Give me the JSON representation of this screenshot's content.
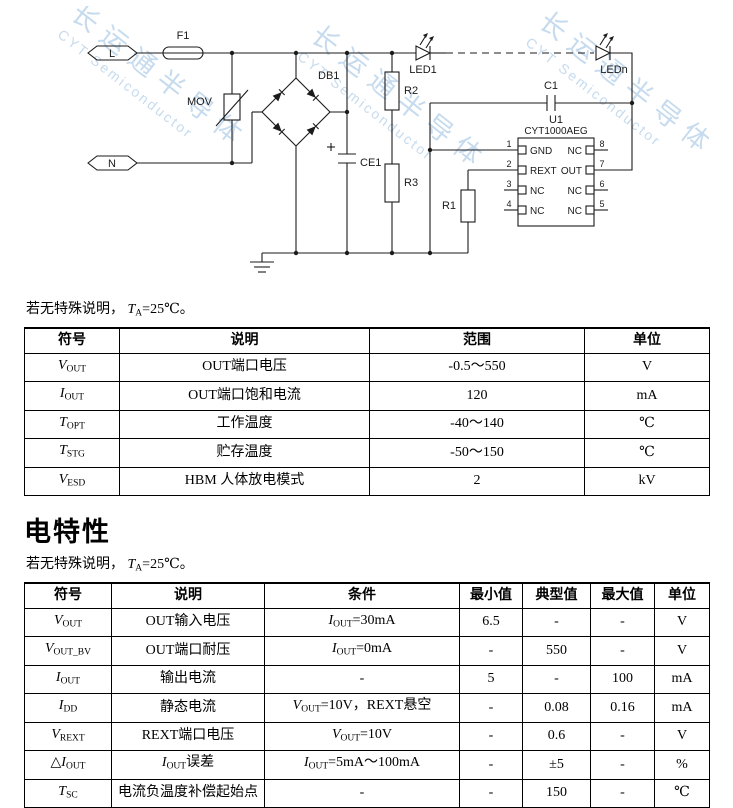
{
  "watermark": {
    "cn": "长运通半导体",
    "en": "CYT Semiconductor"
  },
  "schematic": {
    "labels": {
      "l_terminal": "L",
      "n_terminal": "N",
      "fuse": "F1",
      "mov": "MOV",
      "bridge": "DB1",
      "cap_e": "CE1",
      "r1": "R1",
      "r2": "R2",
      "r3": "R3",
      "led1": "LED1",
      "ledn": "LEDn",
      "c1": "C1",
      "u1": "U1",
      "part_number": "CYT1000AEG"
    },
    "chip": {
      "left_pins": [
        {
          "num": "1",
          "name": "GND"
        },
        {
          "num": "2",
          "name": "REXT"
        },
        {
          "num": "3",
          "name": "NC"
        },
        {
          "num": "4",
          "name": "NC"
        }
      ],
      "right_pins": [
        {
          "num": "8",
          "name": "NC"
        },
        {
          "num": "7",
          "name": "OUT"
        },
        {
          "num": "6",
          "name": "NC"
        },
        {
          "num": "5",
          "name": "NC"
        }
      ]
    }
  },
  "note": [
    {
      "t": "若无特殊说明， "
    },
    {
      "t": "T",
      "s": "var"
    },
    {
      "t": "A",
      "s": "sub"
    },
    {
      "t": "=25℃。"
    }
  ],
  "abs_table": {
    "headers": [
      "符号",
      "说明",
      "范围",
      "单位"
    ],
    "rows": [
      {
        "symbol": [
          {
            "t": "V",
            "s": "var"
          },
          {
            "t": "OUT",
            "s": "sub"
          }
        ],
        "desc": "OUT端口电压",
        "range": "-0.5～550",
        "unit": "V"
      },
      {
        "symbol": [
          {
            "t": "I",
            "s": "var"
          },
          {
            "t": "OUT",
            "s": "sub"
          }
        ],
        "desc": "OUT端口饱和电流",
        "range": "120",
        "unit": "mA"
      },
      {
        "symbol": [
          {
            "t": "T",
            "s": "var"
          },
          {
            "t": "OPT",
            "s": "sub"
          }
        ],
        "desc": "工作温度",
        "range": "-40～140",
        "unit": "℃"
      },
      {
        "symbol": [
          {
            "t": "T",
            "s": "var"
          },
          {
            "t": "STG",
            "s": "sub"
          }
        ],
        "desc": "贮存温度",
        "range": "-50～150",
        "unit": "℃"
      },
      {
        "symbol": [
          {
            "t": "V",
            "s": "var"
          },
          {
            "t": "ESD",
            "s": "sub"
          }
        ],
        "desc": "HBM 人体放电模式",
        "range": "2",
        "unit": "kV"
      }
    ]
  },
  "section_title": "电特性",
  "elec_table": {
    "headers": [
      "符号",
      "说明",
      "条件",
      "最小值",
      "典型值",
      "最大值",
      "单位"
    ],
    "rows": [
      {
        "symbol": [
          {
            "t": "V",
            "s": "var"
          },
          {
            "t": "OUT",
            "s": "sub"
          }
        ],
        "desc": [
          {
            "t": "OUT输入电压"
          }
        ],
        "cond": [
          {
            "t": "I",
            "s": "var"
          },
          {
            "t": "OUT",
            "s": "sub"
          },
          {
            "t": "=30mA"
          }
        ],
        "min": "6.5",
        "typ": "-",
        "max": "-",
        "unit": "V"
      },
      {
        "symbol": [
          {
            "t": "V",
            "s": "var"
          },
          {
            "t": "OUT_BV",
            "s": "sub"
          }
        ],
        "desc": [
          {
            "t": "OUT端口耐压"
          }
        ],
        "cond": [
          {
            "t": "I",
            "s": "var"
          },
          {
            "t": "OUT",
            "s": "sub"
          },
          {
            "t": "=0mA"
          }
        ],
        "min": "-",
        "typ": "550",
        "max": "-",
        "unit": "V"
      },
      {
        "symbol": [
          {
            "t": "I",
            "s": "var"
          },
          {
            "t": "OUT",
            "s": "sub"
          }
        ],
        "desc": [
          {
            "t": "输出电流"
          }
        ],
        "cond": [
          {
            "t": "-"
          }
        ],
        "min": "5",
        "typ": "-",
        "max": "100",
        "unit": "mA"
      },
      {
        "symbol": [
          {
            "t": "I",
            "s": "var"
          },
          {
            "t": "DD",
            "s": "sub"
          }
        ],
        "desc": [
          {
            "t": "静态电流"
          }
        ],
        "cond": [
          {
            "t": "V",
            "s": "var"
          },
          {
            "t": "OUT",
            "s": "sub"
          },
          {
            "t": "=10V，REXT悬空"
          }
        ],
        "min": "-",
        "typ": "0.08",
        "max": "0.16",
        "unit": "mA"
      },
      {
        "symbol": [
          {
            "t": "V",
            "s": "var"
          },
          {
            "t": "REXT",
            "s": "sub"
          }
        ],
        "desc": [
          {
            "t": "REXT端口电压"
          }
        ],
        "cond": [
          {
            "t": "V",
            "s": "var"
          },
          {
            "t": "OUT",
            "s": "sub"
          },
          {
            "t": "=10V"
          }
        ],
        "min": "-",
        "typ": "0.6",
        "max": "-",
        "unit": "V"
      },
      {
        "symbol": [
          {
            "t": "△"
          },
          {
            "t": "I",
            "s": "var"
          },
          {
            "t": "OUT",
            "s": "sub"
          }
        ],
        "desc": [
          {
            "t": "I",
            "s": "var"
          },
          {
            "t": "OUT",
            "s": "sub"
          },
          {
            "t": "误差"
          }
        ],
        "cond": [
          {
            "t": "I",
            "s": "var"
          },
          {
            "t": "OUT",
            "s": "sub"
          },
          {
            "t": "=5mA～100mA"
          }
        ],
        "min": "-",
        "typ": "±5",
        "max": "-",
        "unit": "%"
      },
      {
        "symbol": [
          {
            "t": "T",
            "s": "var"
          },
          {
            "t": "SC",
            "s": "sub"
          }
        ],
        "desc": [
          {
            "t": "电流负温度补偿起始点"
          }
        ],
        "cond": [
          {
            "t": "-"
          }
        ],
        "min": "-",
        "typ": "150",
        "max": "-",
        "unit": "℃"
      }
    ]
  }
}
